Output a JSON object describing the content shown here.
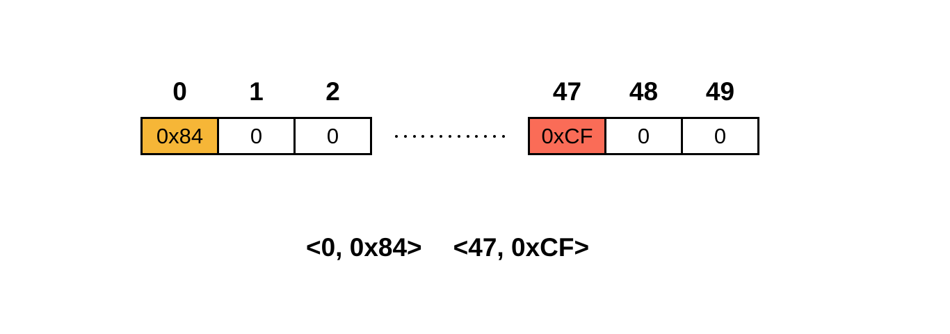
{
  "page": {
    "background": "#FFFFFF"
  },
  "memory_diagram": {
    "left_block": {
      "labels": [
        "0",
        "1",
        "2"
      ],
      "cells": [
        {
          "value": "0x84",
          "highlighted": true
        },
        {
          "value": "0",
          "highlighted": false
        },
        {
          "value": "0",
          "highlighted": false
        }
      ],
      "highlight_color": "#F6B637"
    },
    "right_block": {
      "labels": [
        "47",
        "48",
        "49"
      ],
      "cells": [
        {
          "value": "0xCF",
          "highlighted": true
        },
        {
          "value": "0",
          "highlighted": false
        },
        {
          "value": "0",
          "highlighted": false
        }
      ],
      "highlight_color": "#FA6C57"
    },
    "ellipsis": {
      "dot_count": 13
    },
    "caption": {
      "pairs": [
        "<0, 0x84>",
        "<47, 0xCF>"
      ]
    },
    "colors": {
      "border": "#000000",
      "text": "#000000"
    }
  }
}
